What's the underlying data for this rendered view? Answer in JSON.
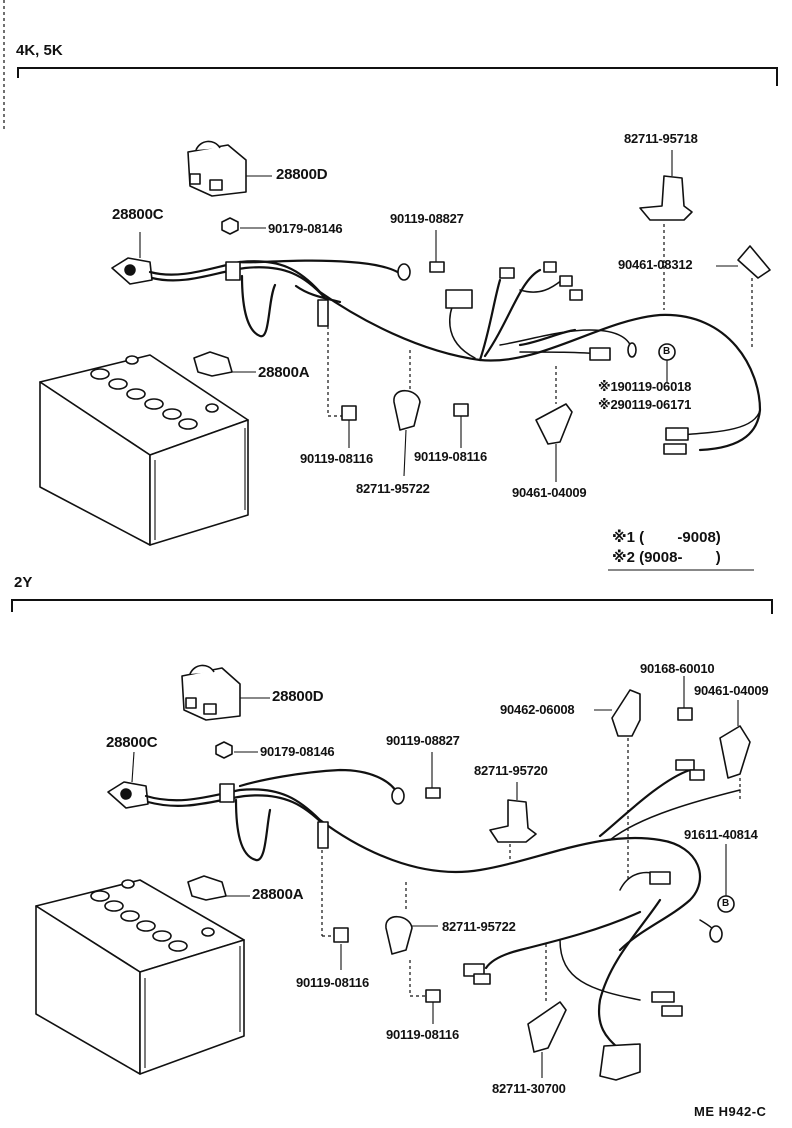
{
  "sections": [
    {
      "title": "4K, 5K",
      "labels": {
        "regulator_top": "28800D",
        "terminal_c": "28800C",
        "nut_1": "90179-08146",
        "bolt_a": "90119-08827",
        "clamp_top": "82711-95718",
        "clamp_b": "90461-08312",
        "terminal_a": "28800A",
        "bolt_1": "90119-08116",
        "clamp_c": "82711-95722",
        "bolt_2": "90119-08116",
        "clamp_d": "90461-04009",
        "note_1": "※190119-06018",
        "note_2": "※290119-06171"
      },
      "callout_letter": "B"
    },
    {
      "title": "2Y",
      "labels": {
        "regulator_top": "28800D",
        "terminal_c": "28800C",
        "nut_1": "90179-08146",
        "bolt_a": "90119-08827",
        "clamp_a": "82711-95720",
        "clamp_b": "90462-06008",
        "nut_2": "90168-60010",
        "clamp_c": "90461-04009",
        "bolt_b": "91611-40814",
        "terminal_a": "28800A",
        "clamp_d": "82711-95722",
        "bolt_1": "90119-08116",
        "bolt_2": "90119-08116",
        "clamp_e": "82711-30700"
      },
      "callout_letter": "B"
    }
  ],
  "notes": {
    "line1": "※1 (        -9008)",
    "line2": "※2 (9008-        )"
  },
  "footer": "ME  H942-C"
}
